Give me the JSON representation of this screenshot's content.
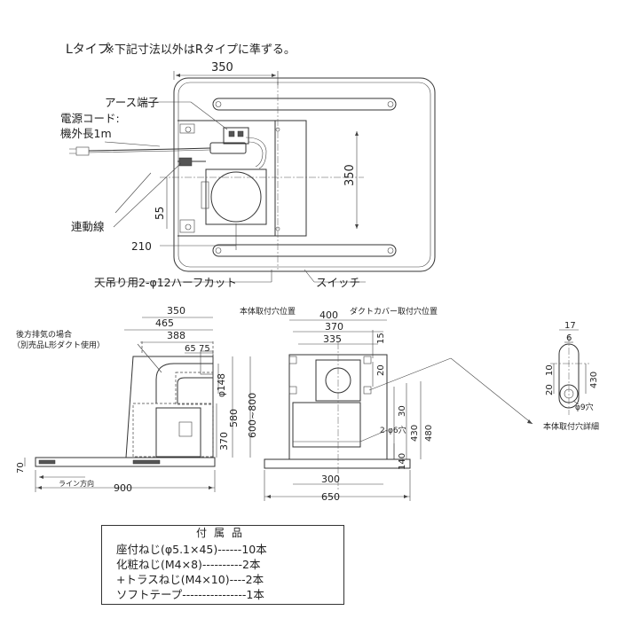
{
  "header": {
    "type_label": "Lタイプ",
    "note": "※下記寸法以外はRタイプに準ずる。"
  },
  "top_view": {
    "dim_width": "350",
    "dim_height": "350",
    "dim_55": "55",
    "dim_210": "210",
    "label_earth": "アース端子",
    "label_power_cord_1": "電源コード:",
    "label_power_cord_2": "機外長1m",
    "label_link_wire": "連動線",
    "label_hanging": "天吊り用2-φ12ハーフカット",
    "label_switch": "スイッチ"
  },
  "side_view": {
    "label_rear_exhaust_1": "後方排気の場合",
    "label_rear_exhaust_2": "（別売品L形ダクト使用）",
    "dim_350": "350",
    "dim_465": "465",
    "dim_388": "388",
    "dim_65": "65",
    "dim_75": "75",
    "dim_phi148": "φ148",
    "dim_580": "580",
    "dim_600_800": "600~800",
    "dim_370": "370",
    "dim_70": "70",
    "dim_900": "900",
    "label_line_direction": "ライン方向"
  },
  "front_view": {
    "label_body_mount": "本体取付穴位置",
    "label_duct_cover": "ダクトカバー取付穴位置",
    "dim_400": "400",
    "dim_370": "370",
    "dim_335": "335",
    "dim_15": "15",
    "dim_20": "20",
    "dim_30": "30",
    "dim_430": "430",
    "dim_480": "480",
    "dim_140": "140",
    "label_2phi6": "2-φ6穴",
    "dim_300": "300",
    "dim_650": "650"
  },
  "detail_view": {
    "dim_17": "17",
    "dim_6": "6",
    "dim_20": "20",
    "dim_10": "10",
    "dim_430": "430",
    "label_phi9": "φ9穴",
    "label_detail": "本体取付穴詳細"
  },
  "accessories": {
    "title": "付属品",
    "items": [
      "座付ねじ(φ5.1×45)------10本",
      "化粧ねじ(M4×8)----------2本",
      "+トラスねじ(M4×10)----2本",
      "ソフトテープ----------------1本"
    ]
  }
}
